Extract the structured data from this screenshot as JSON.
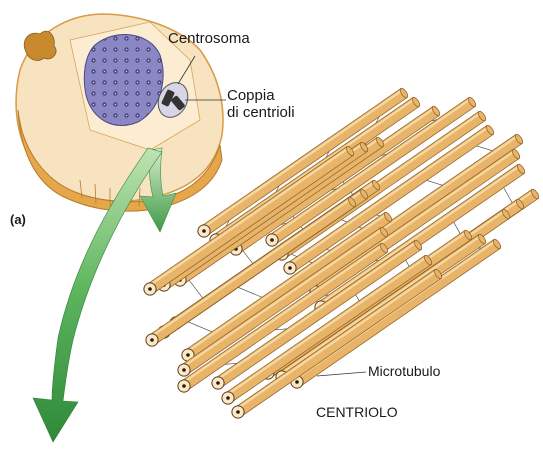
{
  "labels": {
    "centrosome": "Centrosoma",
    "centriole_pair_line1": "Coppia",
    "centriole_pair_line2": "di centrioli",
    "panel": "(a)",
    "microtubule": "Microtubulo",
    "centriole": "CENTRIOLO"
  },
  "colors": {
    "tube_fill": "#e8b46a",
    "tube_highlight": "#f6d9a2",
    "tube_outline": "#8a5d22",
    "cell_fill": "#f7e3c0",
    "cell_edge": "#e3a84f",
    "nucleus": "#8a87c4",
    "arrow_green": "#4aa04d"
  }
}
